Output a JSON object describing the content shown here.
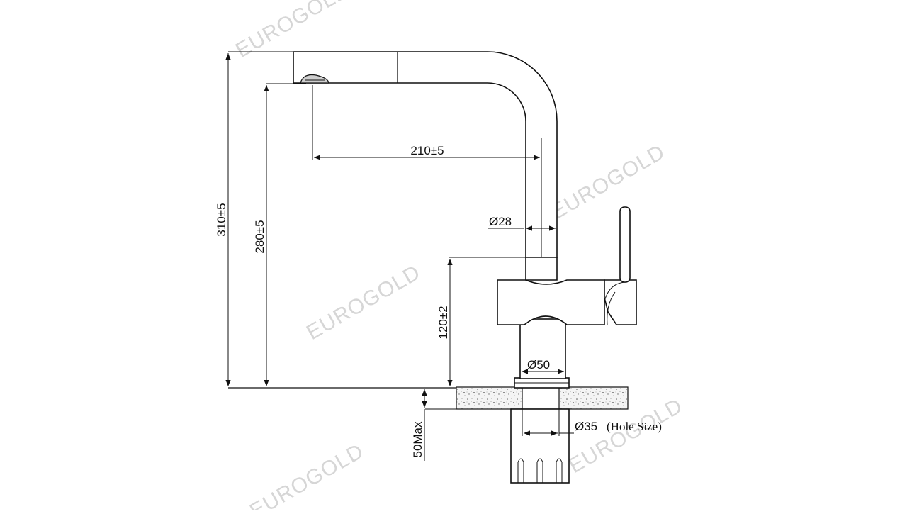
{
  "watermark": {
    "text": "EUROGOLD"
  },
  "dimensions": {
    "total_height": "310±5",
    "spout_height": "280±5",
    "spout_reach": "210±5",
    "spout_diameter": "Ø28",
    "body_height": "120±2",
    "base_diameter": "Ø50",
    "hole_diameter": "Ø35",
    "hole_note": "(Hole Size)",
    "max_thickness": "50Max"
  },
  "colors": {
    "line": "#111111",
    "watermark": "#d6d6d6",
    "background": "#ffffff"
  }
}
